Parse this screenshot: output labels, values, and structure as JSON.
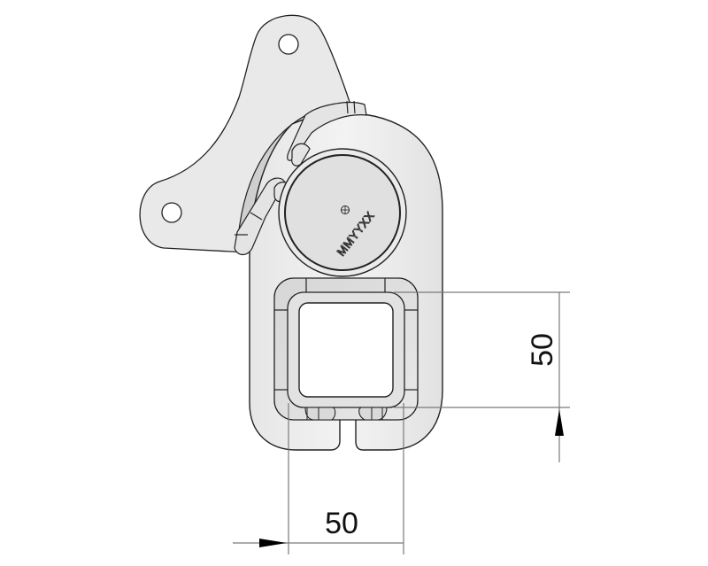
{
  "drawing": {
    "type": "technical line drawing",
    "subject": "bracket clamp with square tube profile and circular cap",
    "marking_text": "MMYYXX",
    "colors": {
      "background": "#ffffff",
      "part_fill": "#ececec",
      "part_fill_dark": "#d8d8d8",
      "outline": "#222222",
      "dimension_line": "#7a7a7a",
      "arrow": "#000000"
    }
  },
  "dimensions": {
    "vertical": {
      "value": "50",
      "orientation": "vertical",
      "position": "right"
    },
    "horizontal": {
      "value": "50",
      "orientation": "horizontal",
      "position": "bottom"
    }
  }
}
